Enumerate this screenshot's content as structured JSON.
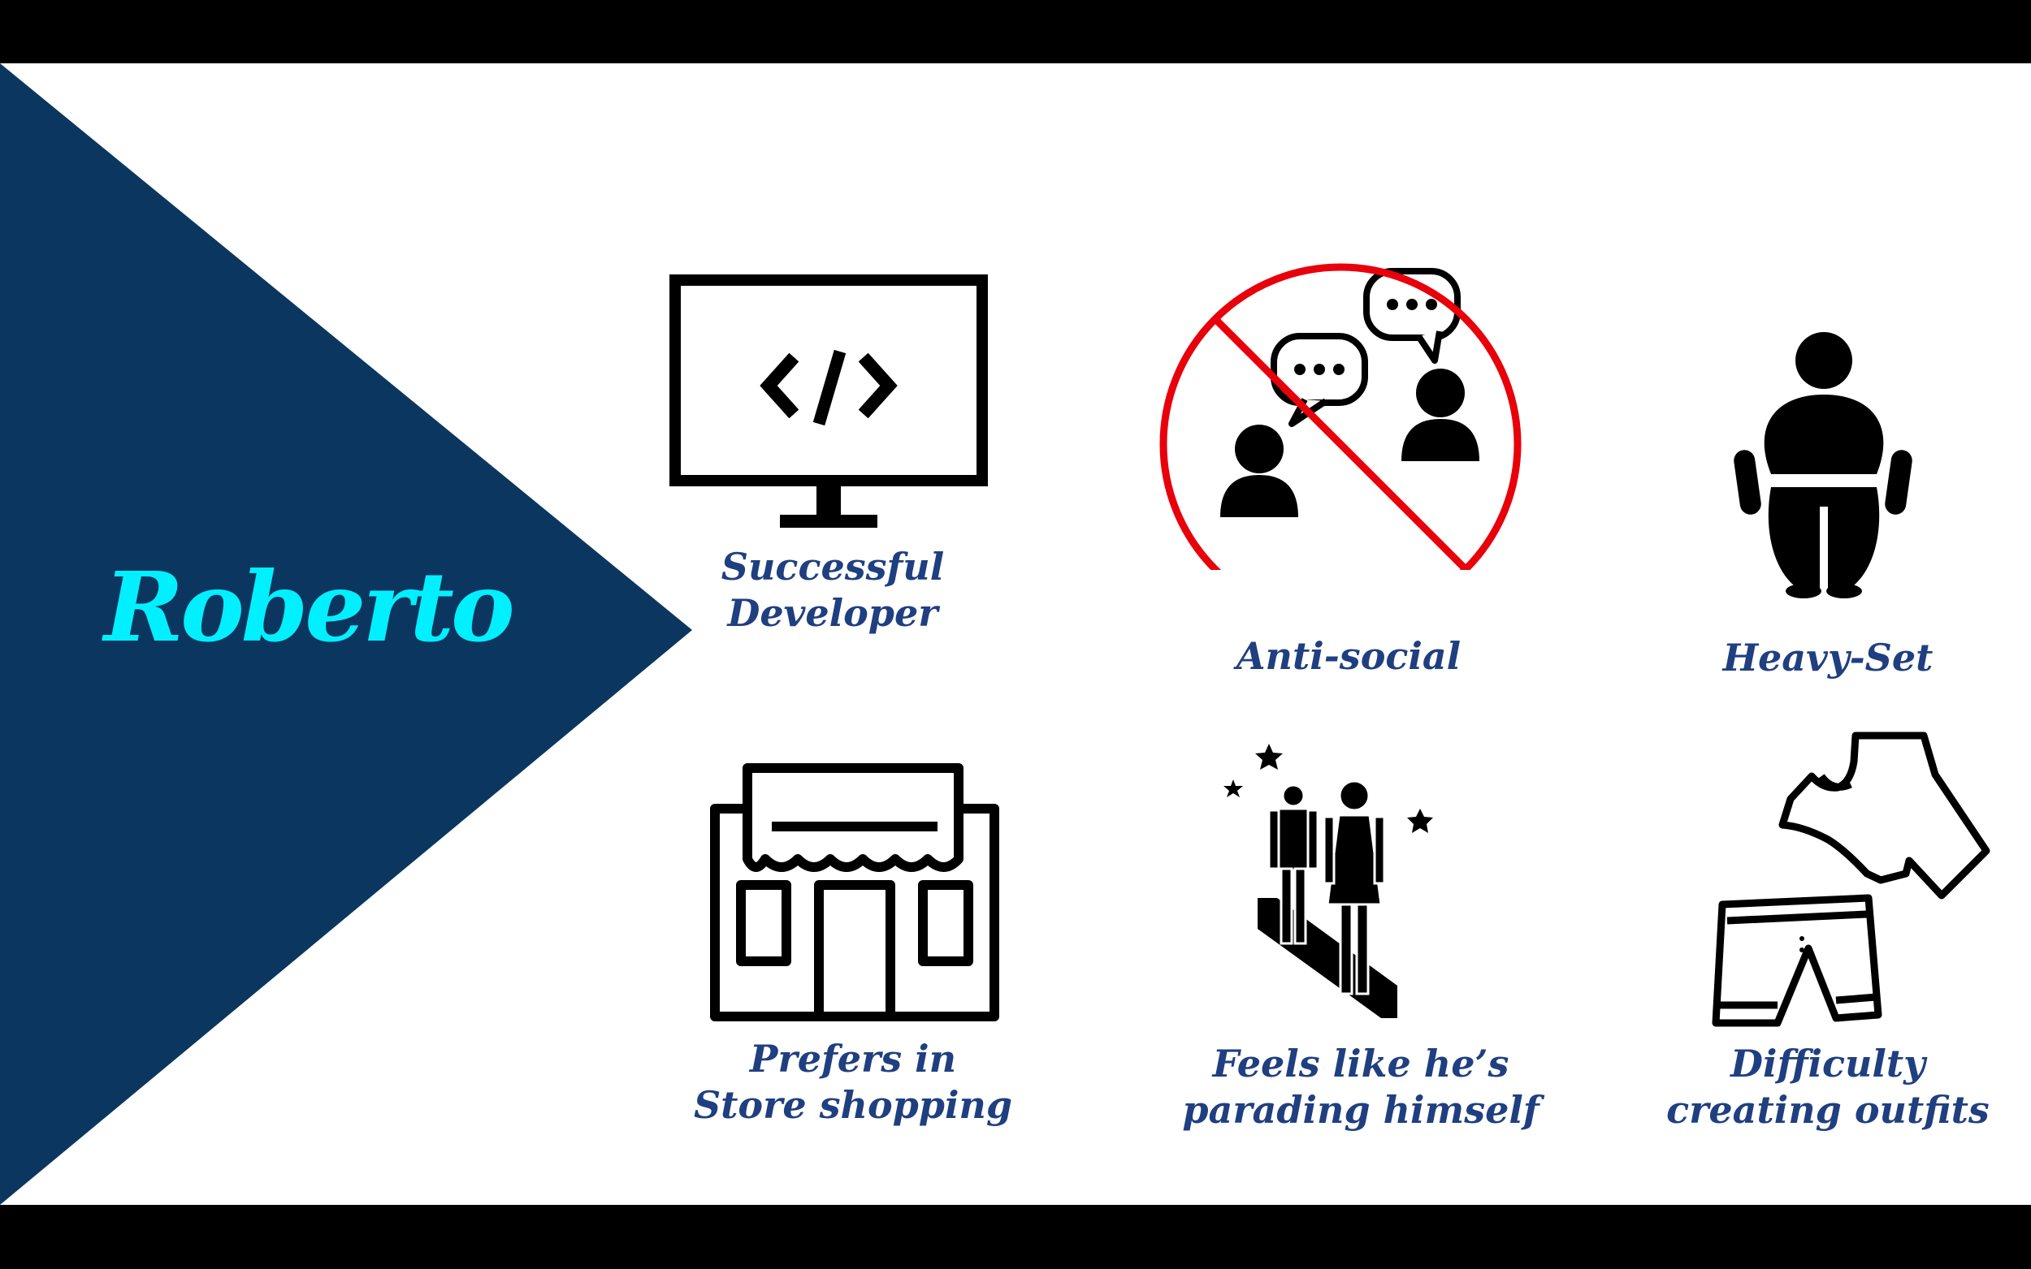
{
  "persona": {
    "name": "Roberto",
    "name_color": "#00f0ff",
    "panel_color": "#0b365f"
  },
  "colors": {
    "label_text": "#1f3f80",
    "icon": "#000000",
    "prohibition_sign": "#e8000b"
  },
  "traits": [
    {
      "label": "Successful\nDeveloper",
      "icon": "monitor-code-icon"
    },
    {
      "label": "Anti-social",
      "icon": "no-conversation-icon"
    },
    {
      "label": "Heavy-Set",
      "icon": "heavy-person-icon"
    },
    {
      "label": "Prefers in\nStore shopping",
      "icon": "storefront-icon"
    },
    {
      "label": "Feels like he’s\nparading himself",
      "icon": "runway-couple-icon"
    },
    {
      "label": "Difficulty\ncreating outfits",
      "icon": "clothes-icon"
    }
  ]
}
